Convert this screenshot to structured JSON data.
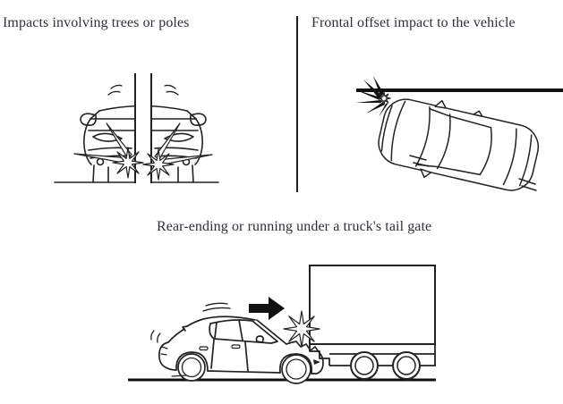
{
  "page": {
    "background": "#ffffff",
    "kind": "owner-manual-illustration-page"
  },
  "captions": {
    "top_left": "Impacts involving trees or poles",
    "top_right": "Frontal offset impact to the vehicle",
    "bottom": "Rear-ending or running under a truck's tail gate"
  },
  "illustrations": {
    "top_left": "car front view crashing into a pole",
    "top_right": "car top view frontal offset impact into a wall",
    "bottom": "car rear-ending and running under a truck's tail gate"
  },
  "colors": {
    "text": "#2f3038",
    "line_art": "#222222",
    "solid_black": "#111111",
    "divider": "#222222"
  }
}
